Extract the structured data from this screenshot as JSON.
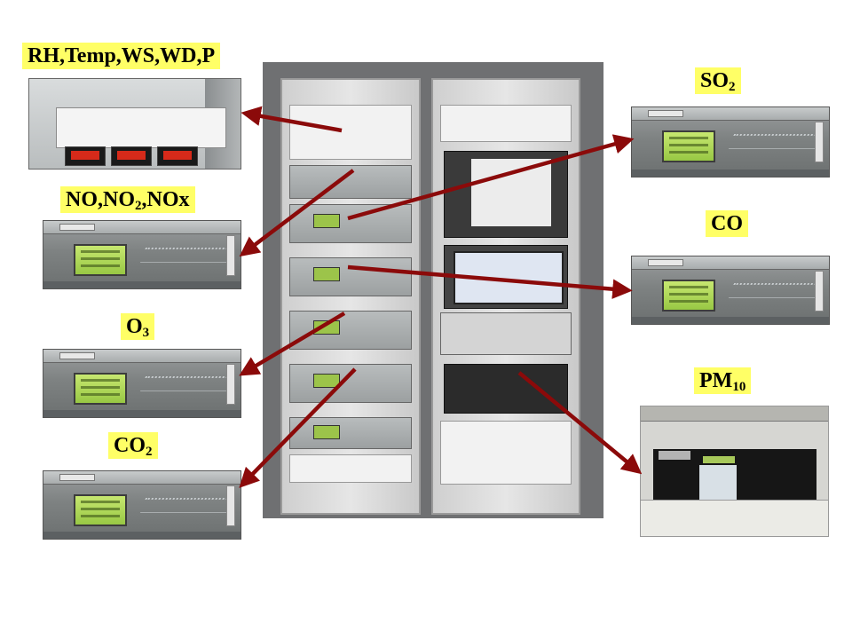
{
  "labels": {
    "met": "RH,Temp,WS,WD,P",
    "nox_a": "NO,NO",
    "nox_sub": "2",
    "nox_b": ",NOx",
    "o3_a": "O",
    "o3_sub": "3",
    "co2_a": "CO",
    "co2_sub": "2",
    "so2_a": "SO",
    "so2_sub": "2",
    "co": "CO",
    "pm_a": "PM",
    "pm_sub": "10"
  },
  "colors": {
    "label_bg": "#ffff66",
    "arrow": "#8b0a0a",
    "lcd": "#a8d455"
  }
}
